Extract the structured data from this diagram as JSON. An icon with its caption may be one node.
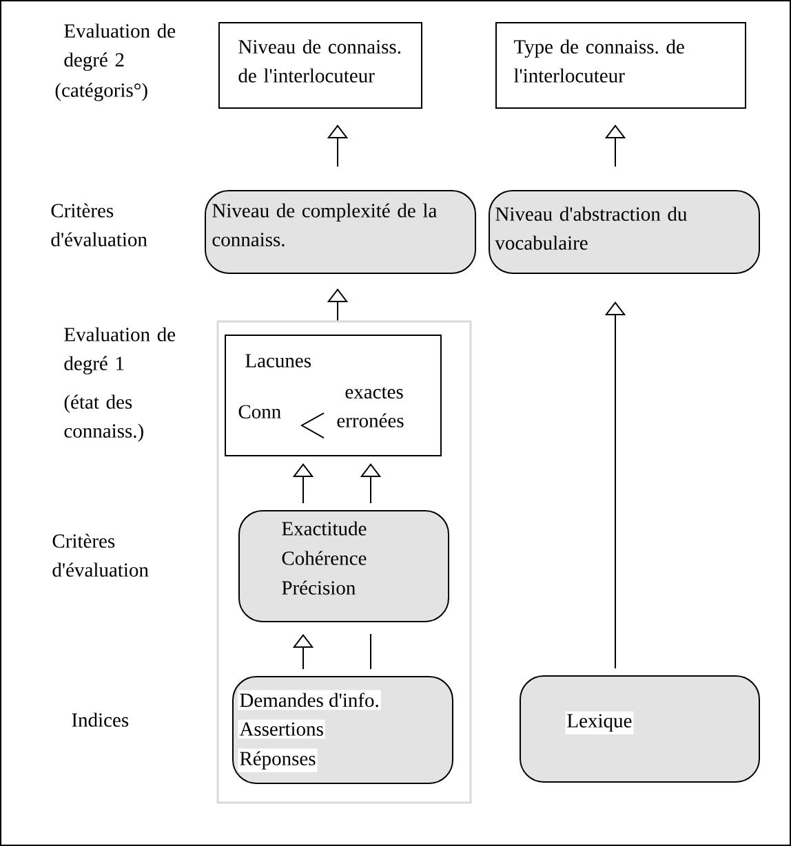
{
  "diagram": {
    "nodes": [
      {
        "text": [
          "Niveau de connaiss. de l'interlocuteur"
        ]
      },
      {
        "text": [
          "Type de connaiss. de l'interlocuteur"
        ]
      },
      {
        "text": [
          "Niveau de complexité de la connaiss."
        ]
      },
      {
        "text": [
          "Niveau d'abstraction du vocabulaire"
        ]
      },
      {
        "text": [],
        "shape": "box"
      },
      {
        "text": [
          "Lacunes",
          "Conn",
          "exactes",
          "erronées"
        ],
        "in": 4
      },
      {
        "text": [
          "Exactitude",
          "Cohérence",
          "Précision"
        ],
        "in": 4
      },
      {
        "text": [
          "Demandes d'info.",
          "Assertions",
          "Réponses"
        ],
        "in": 4
      },
      {
        "text": [
          "Lexique"
        ]
      }
    ],
    "edges": [
      {
        "from": 7,
        "to": 6,
        "arrow": "to"
      },
      {
        "from": 7,
        "to": 6,
        "arrow": "none"
      },
      {
        "from": 6,
        "to": 5,
        "arrow": "to"
      },
      {
        "from": 6,
        "to": 5,
        "arrow": "to"
      },
      {
        "from": 4,
        "to": 2,
        "arrow": "to"
      },
      {
        "from": 2,
        "to": 0,
        "arrow": "to"
      },
      {
        "from": 8,
        "to": 3,
        "arrow": "to"
      },
      {
        "from": 3,
        "to": 1,
        "arrow": "to"
      }
    ],
    "labels": [
      "Evaluation de degré 2",
      "(catégoris°)",
      "Critères d'évaluation",
      "Evaluation de degré 1",
      "(état des connaiss.)",
      "Critères d'évaluation",
      "Indices"
    ]
  }
}
